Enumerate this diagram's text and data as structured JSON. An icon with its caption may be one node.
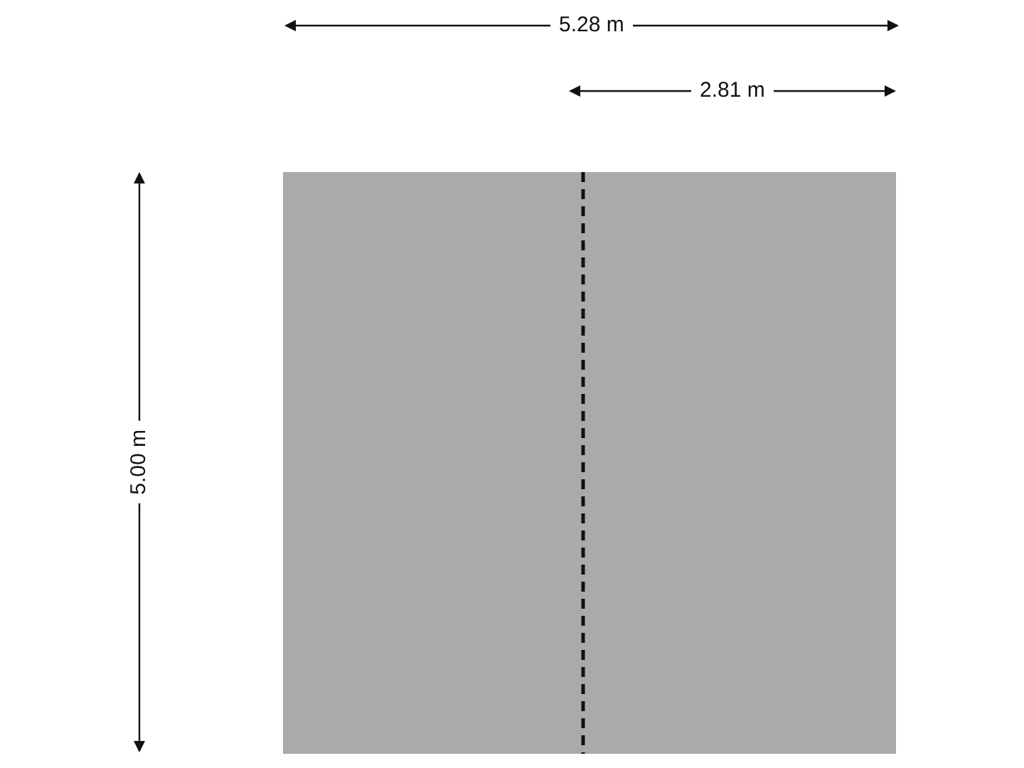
{
  "diagram": {
    "labels": [
      "5.28 m",
      "2.81 m",
      "5.00 m"
    ]
  }
}
